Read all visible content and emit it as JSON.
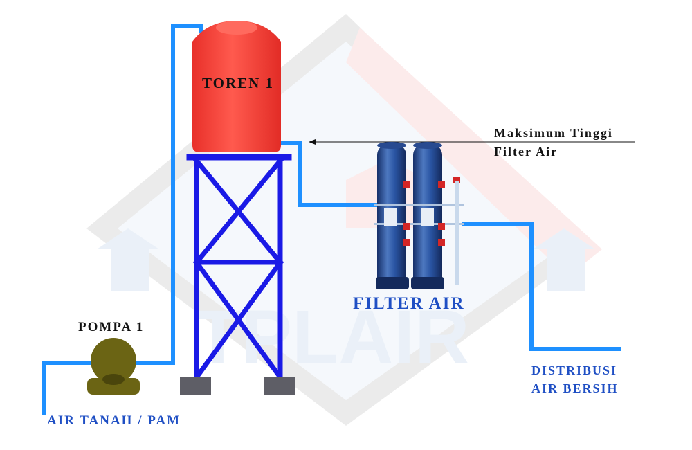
{
  "labels": {
    "tank": "TOREN 1",
    "filter": "FILTER AIR",
    "pump": "POMPA 1",
    "source": "AIR TANAH / PAM",
    "distribution_line1": "DISTRIBUSI",
    "distribution_line2": "AIR BERSIH",
    "max_height_line1": "Maksimum Tinggi",
    "max_height_line2": "Filter Air"
  },
  "watermark": "TPLAIR",
  "colors": {
    "pipe": "#1e90ff",
    "tank": "#f5433b",
    "tower": "#1a1ae6",
    "tower_feet": "#5e5e66",
    "pump": "#6b6414",
    "filter_vessel": "#1e3f85",
    "label_blue": "#1f4fc4",
    "label_dark": "#111111",
    "valve": "#d42626"
  }
}
